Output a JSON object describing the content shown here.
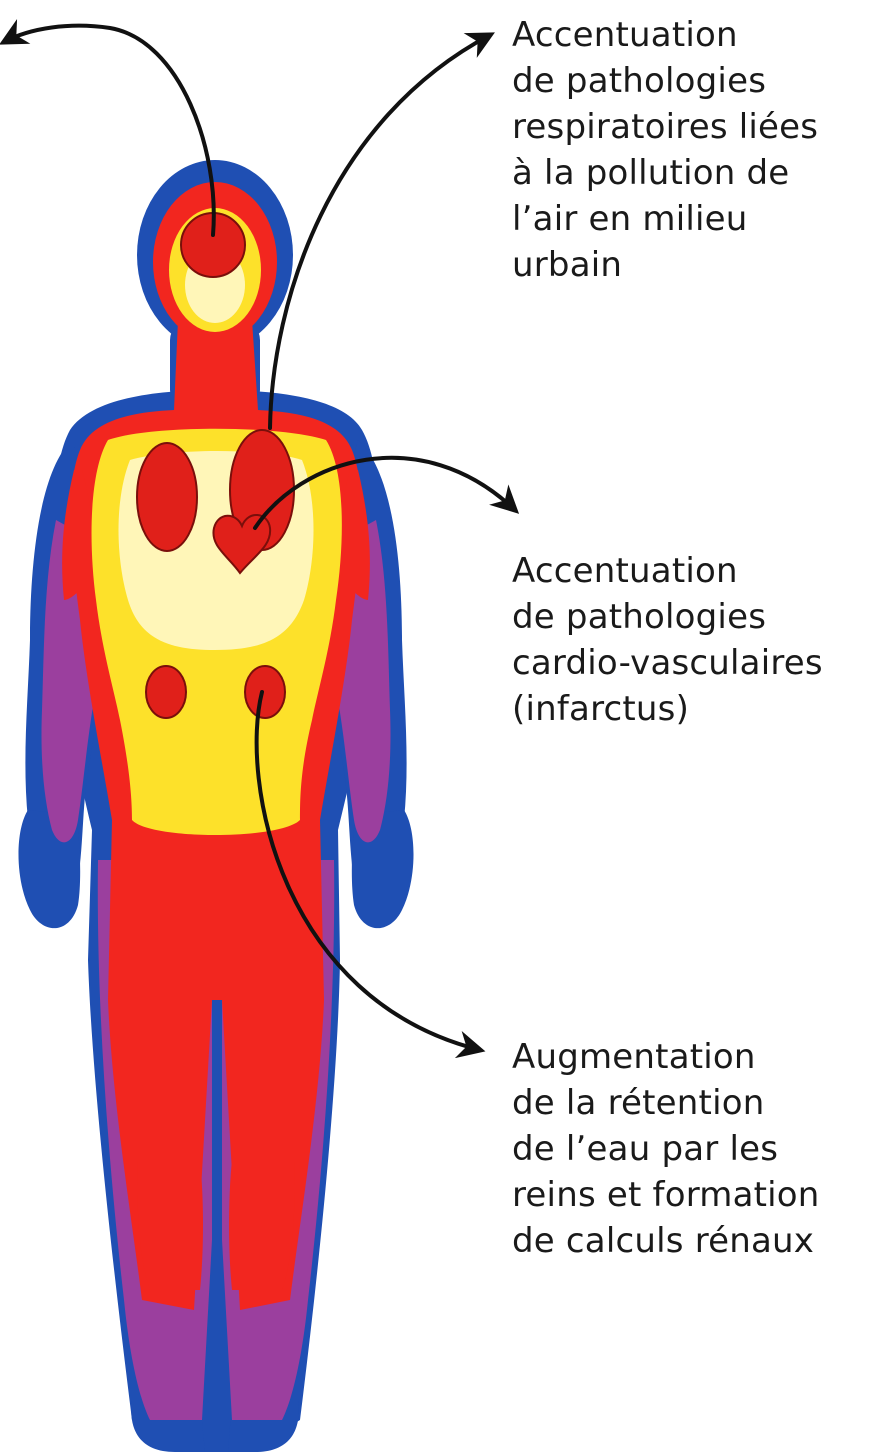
{
  "colors": {
    "outline_blue": "#1f4fb3",
    "purple": "#9b3f9e",
    "red": "#f2261f",
    "yellow": "#fde12a",
    "pale_yellow": "#fff6b8",
    "organ": "#e0201a",
    "arrow": "#111111",
    "text": "#1a1a1a"
  },
  "icons": {
    "head": "brain-region",
    "lungs": "lung-regions",
    "heart": "heart-shape",
    "kidneys": "kidney-regions"
  },
  "captions": {
    "respiratory": {
      "lines": [
        "Accentuation",
        "de pathologies",
        "respiratoires liées",
        "à la pollution de",
        "l’air en milieu",
        "urbain"
      ]
    },
    "cardio": {
      "lines": [
        "Accentuation",
        "de pathologies",
        "cardio-vasculaires",
        "(infarctus)"
      ]
    },
    "renal": {
      "lines": [
        "Augmentation",
        "de la rétention",
        "de l’eau par les",
        "reins et formation",
        "de calculs rénaux"
      ]
    }
  }
}
